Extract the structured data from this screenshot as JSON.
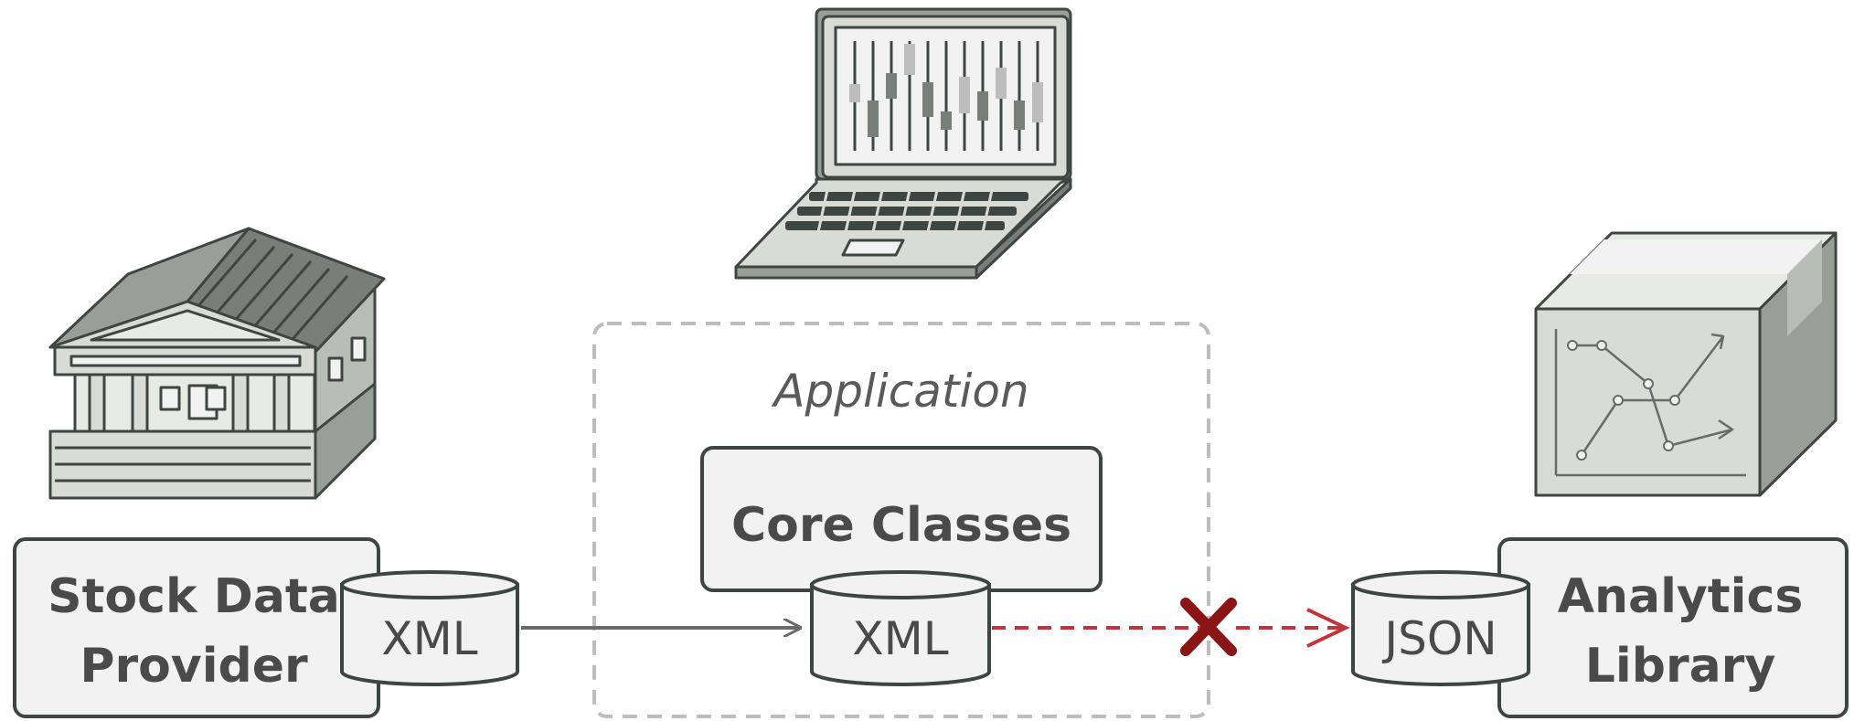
{
  "application": {
    "label": "Application"
  },
  "core": {
    "label": "Core Classes",
    "format": "XML"
  },
  "provider": {
    "line1": "Stock Data",
    "line2": "Provider",
    "format": "XML"
  },
  "library": {
    "line1": "Analytics",
    "line2": "Library",
    "format": "JSON"
  },
  "colors": {
    "outline": "#3f4542",
    "box_fill": "#f2f2f2",
    "icon_fill": "#d8dbd6",
    "icon_dark": "#7a7e7a",
    "arrow": "#6a6a6a",
    "incompatible": "#c0343a",
    "cross": "#8b1414",
    "dashed_frame": "#bdbdbd"
  },
  "icons": [
    "bank-building-icon",
    "laptop-chart-icon",
    "package-box-icon"
  ]
}
